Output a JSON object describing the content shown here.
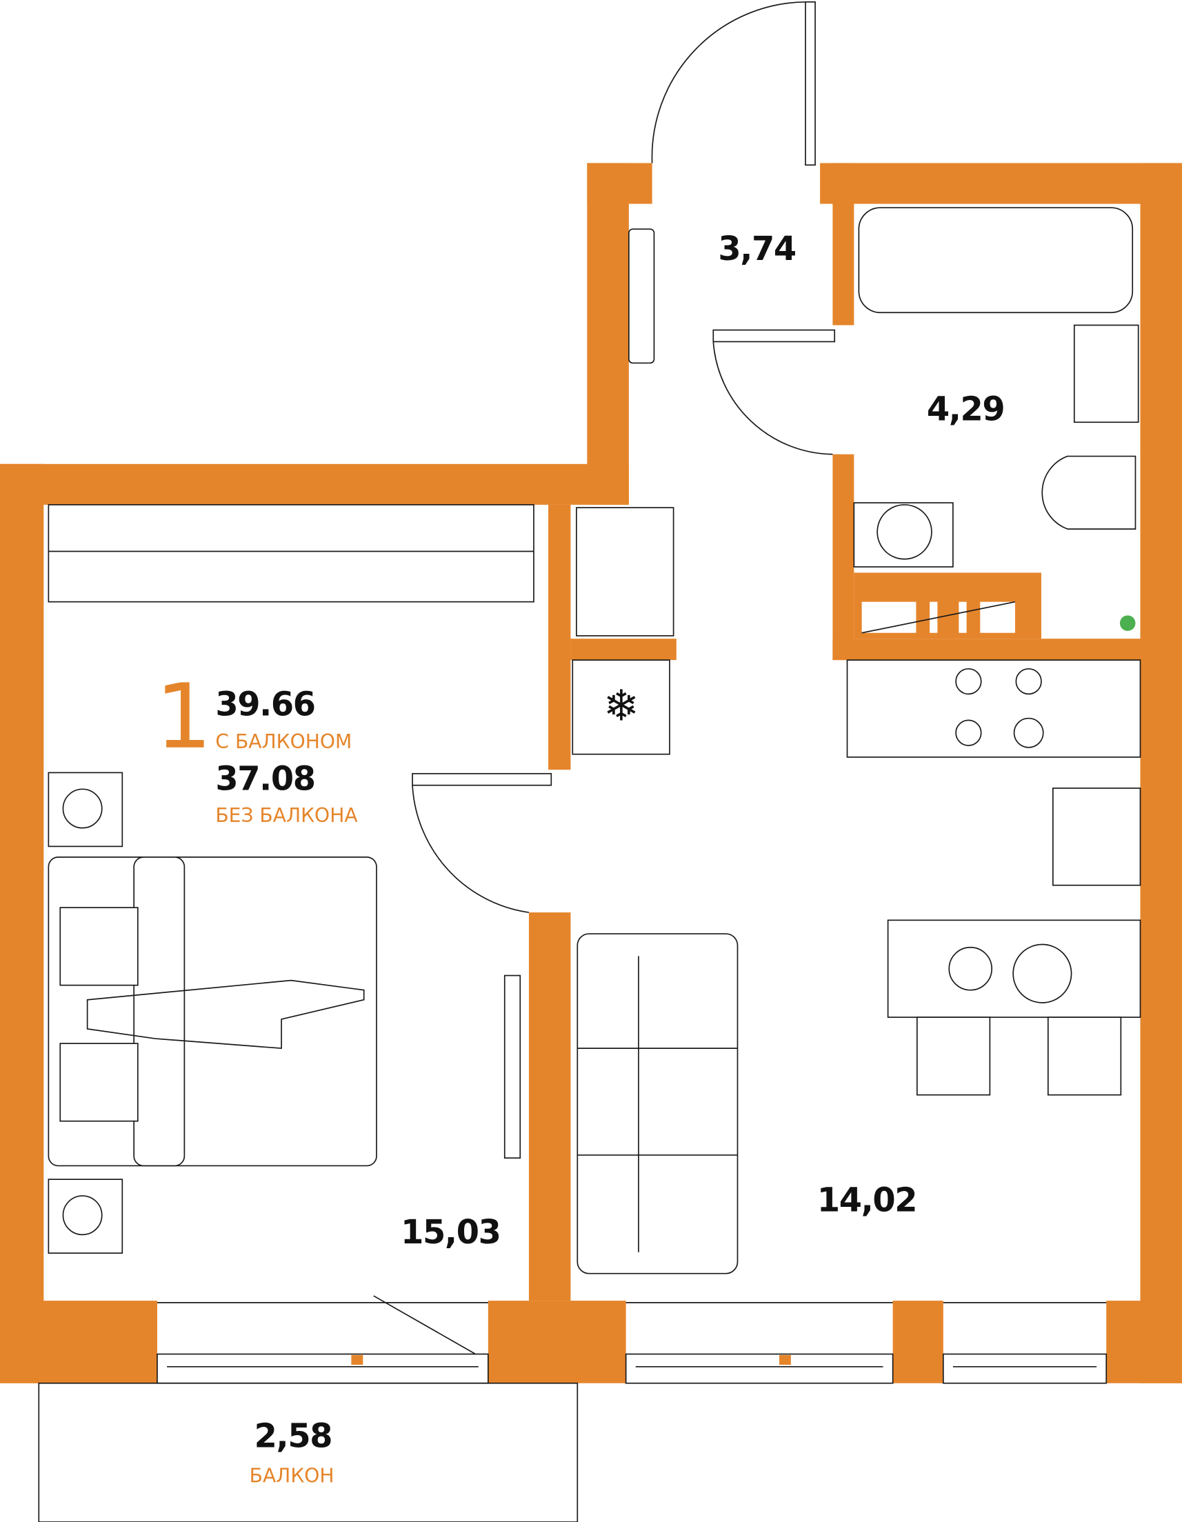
{
  "plan": {
    "rooms_count": "1",
    "total_with_balcony": "39.66",
    "with_balcony_label": "С БАЛКОНОМ",
    "total_without_balcony": "37.08",
    "without_balcony_label": "БЕЗ БАЛКОНА"
  },
  "rooms": {
    "hall": "3,74",
    "bathroom": "4,29",
    "bedroom": "15,03",
    "kitchen_living": "14,02",
    "balcony": "2,58",
    "balcony_label": "БАЛКОН"
  },
  "colors": {
    "wall": "#E5852B",
    "text": "#111111",
    "accent": "#E5852B"
  }
}
